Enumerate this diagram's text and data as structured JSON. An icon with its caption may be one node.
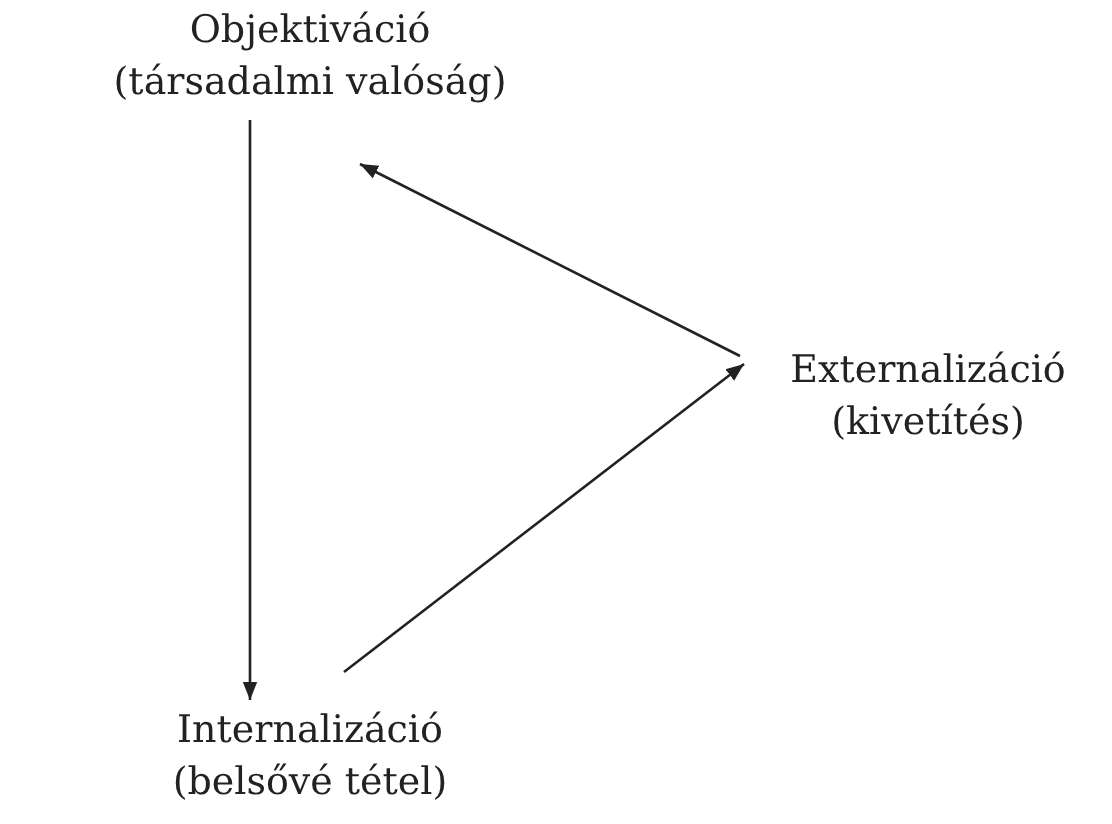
{
  "diagram": {
    "nodes": [
      {
        "text": [
          "Objektiváció",
          "(társadalmi valóság)"
        ]
      },
      {
        "text": [
          "Externalizáció",
          "(kivetítés)"
        ]
      },
      {
        "text": [
          "Internalizáció",
          "(belsővé tétel)"
        ]
      }
    ],
    "edges": [
      {
        "from": 0,
        "to": 2,
        "arrow": "to"
      },
      {
        "from": 1,
        "to": 0,
        "arrow": "to"
      },
      {
        "from": 2,
        "to": 1,
        "arrow": "to"
      }
    ]
  }
}
